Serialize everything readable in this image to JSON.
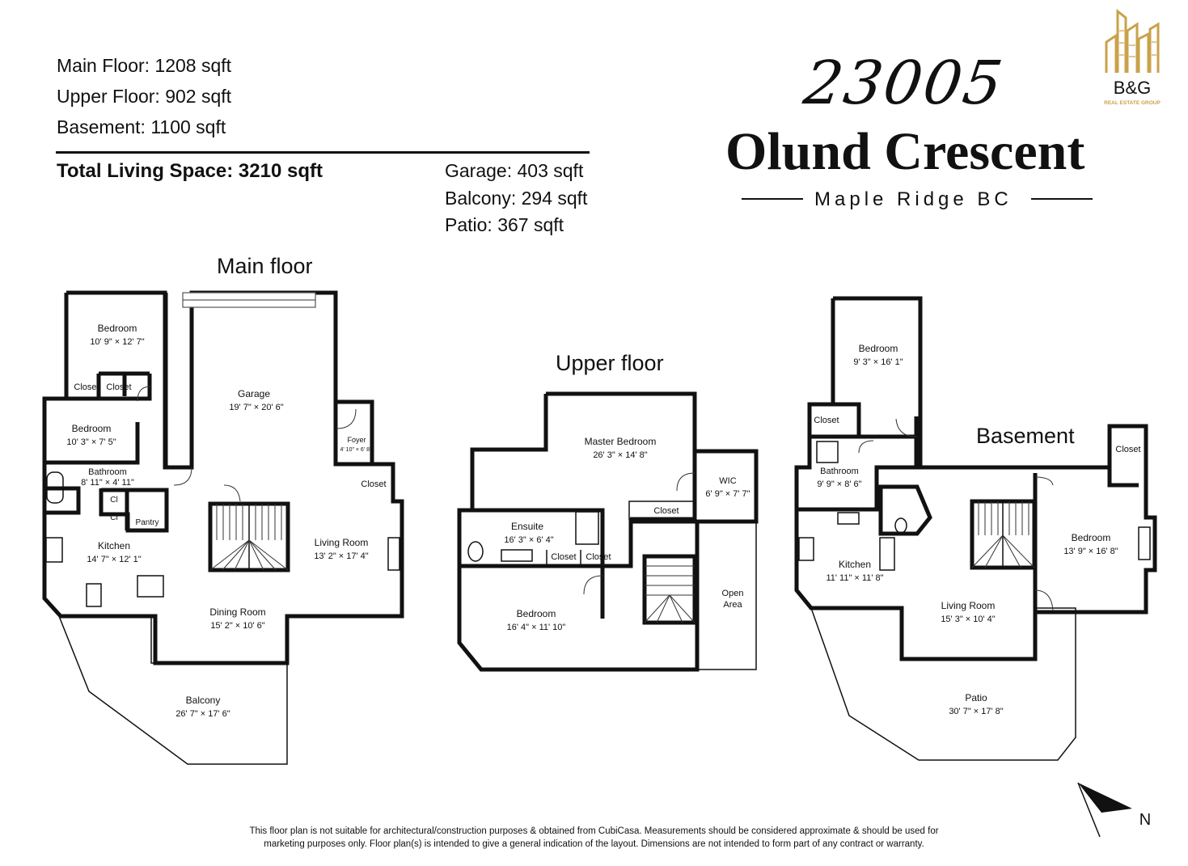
{
  "areas": {
    "main_floor": "Main Floor: 1208 sqft",
    "upper_floor": "Upper Floor: 902 sqft",
    "basement": "Basement: 1100 sqft",
    "total": "Total Living Space: 3210 sqft",
    "garage": "Garage: 403 sqft",
    "balcony": "Balcony: 294 sqft",
    "patio": "Patio: 367 sqft"
  },
  "address": {
    "number": "23005",
    "street": "Olund Crescent",
    "city": "Maple Ridge BC"
  },
  "logo": {
    "name": "B&G",
    "subtitle": "REAL ESTATE GROUP",
    "gold": "#c9a24a"
  },
  "floors": {
    "main": {
      "title": "Main floor",
      "rooms": [
        {
          "name": "Bedroom",
          "dims": "10' 9\" × 12' 7\""
        },
        {
          "name": "Closet",
          "dims": ""
        },
        {
          "name": "Closet",
          "dims": ""
        },
        {
          "name": "Bedroom",
          "dims": "10' 3\" × 7' 5\""
        },
        {
          "name": "Bathroom",
          "dims": "8' 11\" × 4' 11\""
        },
        {
          "name": "Garage",
          "dims": "19' 7\" × 20' 6\""
        },
        {
          "name": "Foyer",
          "dims": "4' 10\" × 6' 8\""
        },
        {
          "name": "Closet",
          "dims": ""
        },
        {
          "name": "Cl",
          "dims": ""
        },
        {
          "name": "Cl",
          "dims": ""
        },
        {
          "name": "Pantry",
          "dims": ""
        },
        {
          "name": "Kitchen",
          "dims": "14' 7\" × 12' 1\""
        },
        {
          "name": "Living Room",
          "dims": "13' 2\" × 17' 4\""
        },
        {
          "name": "Dining Room",
          "dims": "15' 2\" × 10' 6\""
        },
        {
          "name": "Balcony",
          "dims": "26' 7\" × 17' 6\""
        }
      ]
    },
    "upper": {
      "title": "Upper floor",
      "rooms": [
        {
          "name": "Master Bedroom",
          "dims": "26' 3\" × 14' 8\""
        },
        {
          "name": "WIC",
          "dims": "6' 9\" × 7' 7\""
        },
        {
          "name": "Closet",
          "dims": ""
        },
        {
          "name": "Ensuite",
          "dims": "16' 3\" × 6' 4\""
        },
        {
          "name": "Closet",
          "dims": ""
        },
        {
          "name": "Closet",
          "dims": ""
        },
        {
          "name": "Bedroom",
          "dims": "16' 4\" × 11' 10\""
        },
        {
          "name": "Open",
          "dims": "Area"
        }
      ]
    },
    "basement": {
      "title": "Basement",
      "rooms": [
        {
          "name": "Bedroom",
          "dims": "9' 3\" × 16' 1\""
        },
        {
          "name": "Closet",
          "dims": ""
        },
        {
          "name": "Closet",
          "dims": ""
        },
        {
          "name": "Bathroom",
          "dims": "9' 9\" × 8' 6\""
        },
        {
          "name": "Kitchen",
          "dims": "11' 11\" × 11' 8\""
        },
        {
          "name": "Living Room",
          "dims": "15' 3\" × 10' 4\""
        },
        {
          "name": "Bedroom",
          "dims": "13' 9\" × 16' 8\""
        },
        {
          "name": "Patio",
          "dims": "30' 7\" × 17' 8\""
        }
      ]
    }
  },
  "compass": {
    "label": "N"
  },
  "disclaimer": {
    "line1": "This floor plan is not suitable for architectural/construction purposes & obtained from CubiCasa. Measurements should be considered approximate & should be used for",
    "line2": "marketing purposes only. Floor plan(s) is intended to give a general indication of the layout. Dimensions are not intended to form part of any contract or warranty."
  }
}
